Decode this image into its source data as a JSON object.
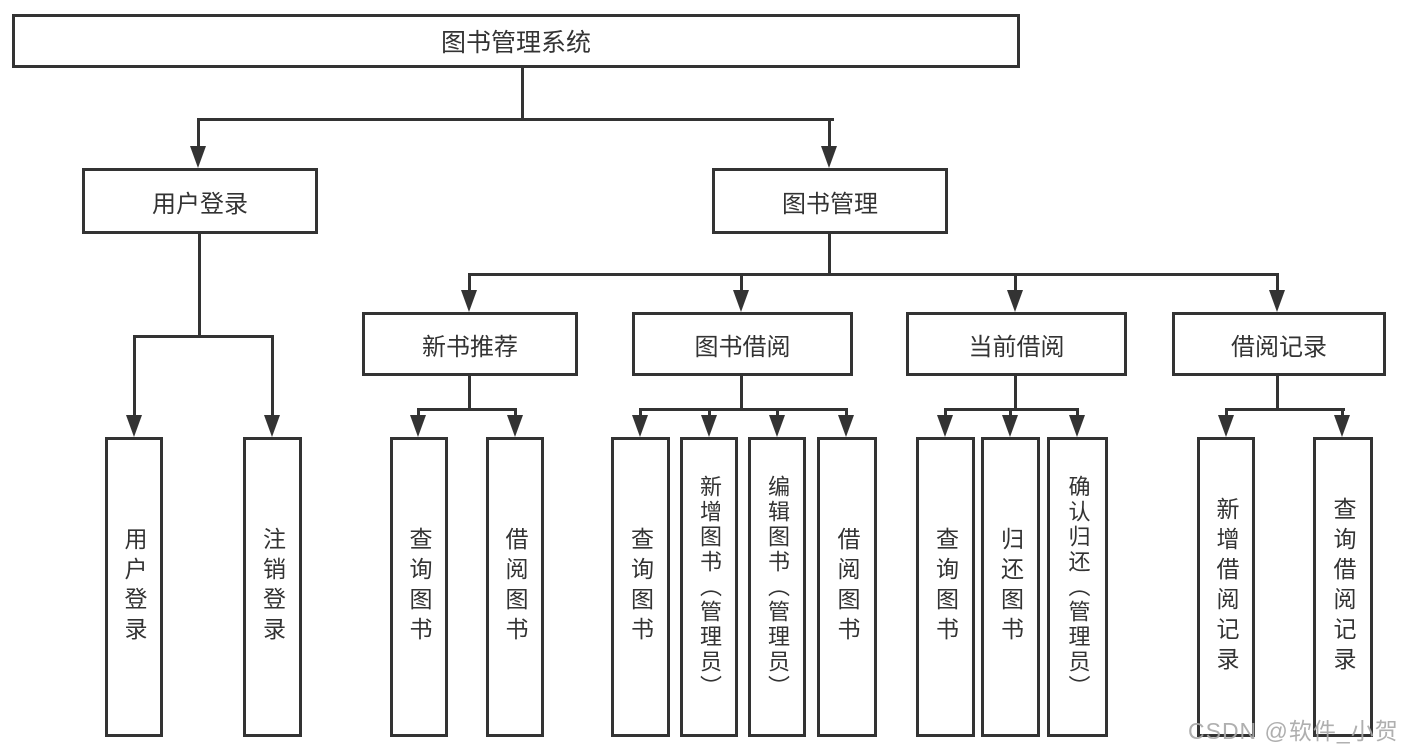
{
  "watermark": "CSDN @软件_小贺同学",
  "colors": {
    "line": "#333333",
    "box_border": "#333333",
    "box_bg": "#ffffff",
    "text": "#333333",
    "watermark": "#a8a8a8"
  },
  "diagram": {
    "root": {
      "label": "图书管理系统"
    },
    "branches": [
      {
        "label": "用户登录",
        "children": [
          {
            "label": "用户登录"
          },
          {
            "label": "注销登录"
          }
        ]
      },
      {
        "label": "图书管理",
        "children": [
          {
            "label": "新书推荐",
            "children": [
              {
                "label": "查询图书"
              },
              {
                "label": "借阅图书"
              }
            ]
          },
          {
            "label": "图书借阅",
            "children": [
              {
                "label": "查询图书"
              },
              {
                "label": "新增图书（管理员）"
              },
              {
                "label": "编辑图书（管理员）"
              },
              {
                "label": "借阅图书"
              }
            ]
          },
          {
            "label": "当前借阅",
            "children": [
              {
                "label": "查询图书"
              },
              {
                "label": "归还图书"
              },
              {
                "label": "确认归还（管理员）"
              }
            ]
          },
          {
            "label": "借阅记录",
            "children": [
              {
                "label": "新增借阅记录"
              },
              {
                "label": "查询借阅记录"
              }
            ]
          }
        ]
      }
    ]
  }
}
